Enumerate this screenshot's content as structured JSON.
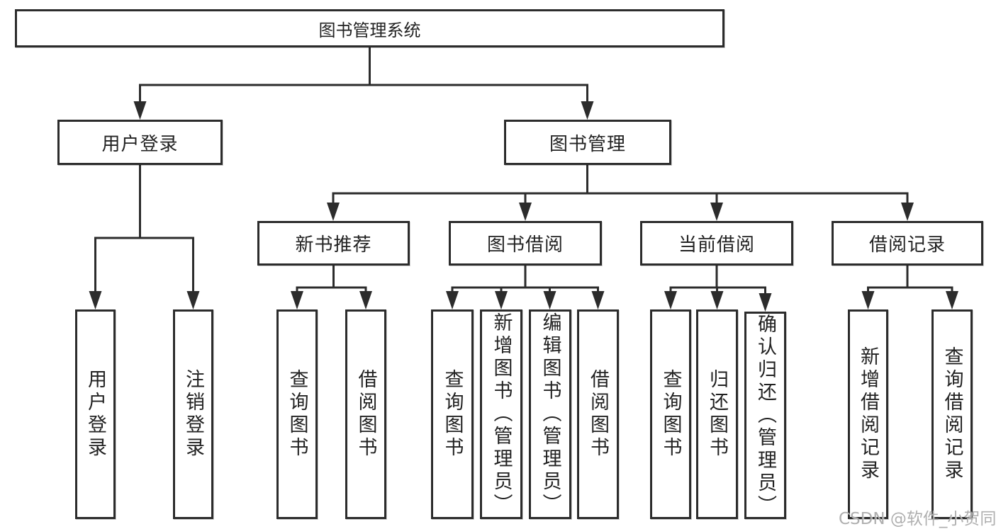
{
  "diagram": {
    "colors": {
      "line": "#2c2c2c",
      "box_border": "#2c2c2c",
      "text": "#222222",
      "watermark": "#a8a8a8",
      "background": "#ffffff"
    },
    "root": {
      "label": "图书管理系统"
    },
    "level2": [
      {
        "label": "用户登录"
      },
      {
        "label": "图书管理"
      }
    ],
    "level3": [
      {
        "label": "新书推荐"
      },
      {
        "label": "图书借阅"
      },
      {
        "label": "当前借阅"
      },
      {
        "label": "借阅记录"
      }
    ],
    "leaves": {
      "user_login": [
        {
          "label": "用户登录"
        },
        {
          "label": "注销登录"
        }
      ],
      "new_book_recommend": [
        {
          "label": "查询图书"
        },
        {
          "label": "借阅图书"
        }
      ],
      "book_borrowing": [
        {
          "label": "查询图书"
        },
        {
          "label": "新增图书（管理员）"
        },
        {
          "label": "编辑图书（管理员）"
        },
        {
          "label": "借阅图书"
        }
      ],
      "current_borrowing": [
        {
          "label": "查询图书"
        },
        {
          "label": "归还图书"
        },
        {
          "label": "确认归还（管理员）"
        }
      ],
      "borrowing_records": [
        {
          "label": "新增借阅记录"
        },
        {
          "label": "查询借阅记录"
        }
      ]
    }
  },
  "watermark": {
    "text": "CSDN @软件_小贺同学"
  }
}
